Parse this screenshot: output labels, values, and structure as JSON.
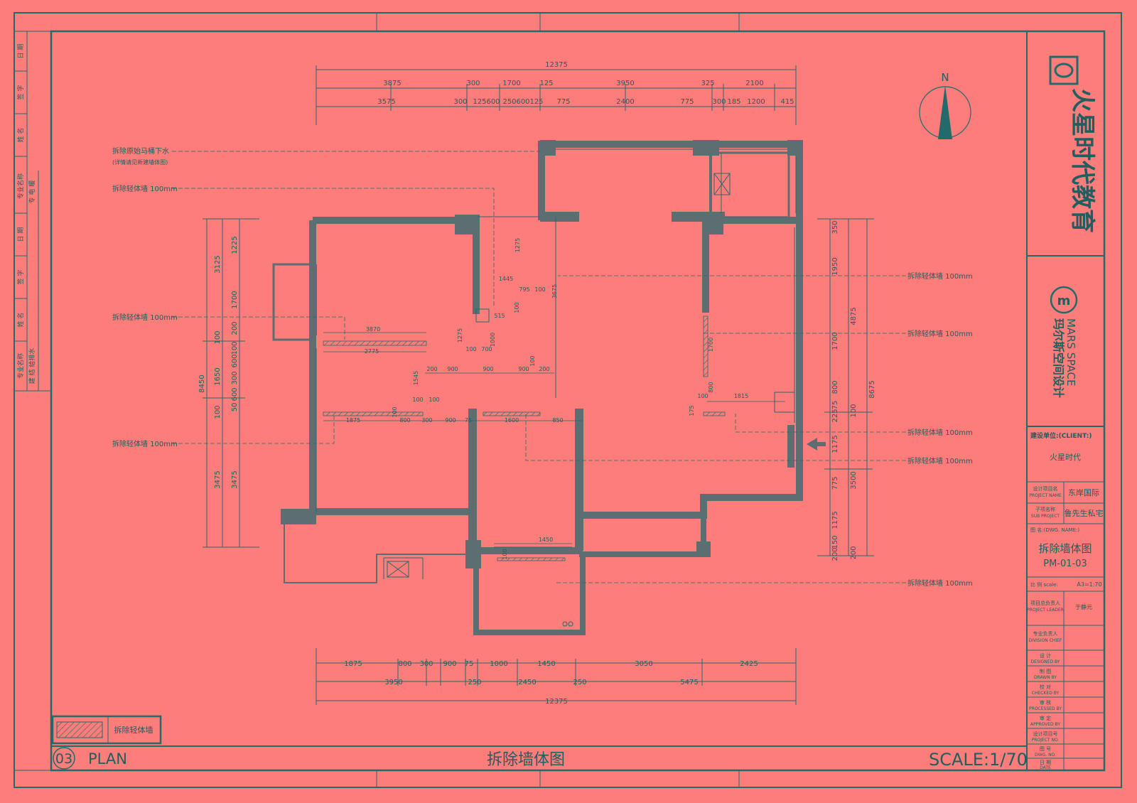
{
  "colors": {
    "background": "#fd7d7b",
    "line": "#236b6b",
    "wall": "#5c6e72",
    "text": "#1f5f5f"
  },
  "sheet": {
    "title_bottom": "拆除墙体图",
    "plan_no": "03",
    "plan_label": "PLAN",
    "scale": "SCALE:1/70",
    "legend_label": "拆除轻体墙",
    "north": "N"
  },
  "dimensions": {
    "top_total": "12375",
    "top_row1": [
      "3875",
      "300",
      "1700",
      "125",
      "3950",
      "325",
      "2100"
    ],
    "top_row2": [
      "3575",
      "300",
      "125",
      "600",
      "250",
      "600",
      "125",
      "775",
      "2400",
      "775",
      "300",
      "185",
      "1200",
      "415"
    ],
    "bottom_row1": [
      "1875",
      "800",
      "300",
      "900",
      "75",
      "1000",
      "1450",
      "3050",
      "2425"
    ],
    "bottom_row2": [
      "3950",
      "250",
      "2450",
      "250",
      "5475"
    ],
    "bottom_total": "12375",
    "left_outer": "8450",
    "left_mid": [
      "3125",
      "1650",
      "3475"
    ],
    "left_inner": [
      "1225",
      "1700",
      "200",
      "100",
      "600",
      "100",
      "300",
      "600",
      "50",
      "100",
      "3475"
    ],
    "right_outer": "8675",
    "right_mid": [
      "4875",
      "3500"
    ],
    "right_inner": [
      "350",
      "1950",
      "1700",
      "800",
      "225",
      "75",
      "100",
      "1175",
      "775",
      "1175",
      "200",
      "150",
      "200"
    ],
    "interior": [
      "1275",
      "1445",
      "795",
      "100",
      "100",
      "3675",
      "515",
      "3870",
      "2775",
      "1275",
      "1000",
      "700",
      "100",
      "100",
      "200",
      "900",
      "900",
      "900",
      "200",
      "1545",
      "100",
      "100",
      "1875",
      "100",
      "800",
      "300",
      "900",
      "75",
      "1600",
      "850",
      "100",
      "1815",
      "800",
      "1700",
      "175",
      "1450",
      "100"
    ]
  },
  "annotations": {
    "a1_main": "拆除原始马桶下水",
    "a1_sub": "(详情请见新建墙体图)",
    "a2": "拆除轻体墙 100mm",
    "a3": "拆除轻体墙 100mm",
    "a4": "拆除轻体墙 100mm",
    "r1": "拆除轻体墙 100mm",
    "r2": "拆除轻体墙 100mm",
    "r3": "拆除轻体墙 100mm",
    "r4": "拆除轻体墙 100mm",
    "r5": "拆除轻体墙 100mm"
  },
  "title_block": {
    "company": "火星时代教育",
    "studio_brand": "MARS SPACE",
    "studio_cn": "玛尔斯空间设计",
    "client_label": "建设单位:(CLIENT:)",
    "client_value": "火星时代",
    "project_label_cn": "设计项目名",
    "project_label_en": "PROJECT NAME",
    "project_value": "东岸国际",
    "sub_label_cn": "子项名称",
    "sub_label_en": "SUB PROJECT",
    "sub_value": "鲁先生私宅",
    "dwg_label": "图 名:(DWG. NAME:)",
    "dwg_title": "拆除墙体图",
    "dwg_code": "PM-01-03",
    "scale_label": "比 例 scale:",
    "scale_value": "A3=1:70",
    "leader_cn": "项目总负责人",
    "leader_en": "PROJECT LEADER",
    "leader_value": "于静元",
    "division_cn": "专业负责人",
    "division_en": "DIVISION CHIEF",
    "rows": [
      {
        "cn": "设 计",
        "en": "DESIGNED BY"
      },
      {
        "cn": "制 图",
        "en": "DRAWN BY"
      },
      {
        "cn": "校 对",
        "en": "CHECKED BY"
      },
      {
        "cn": "审 核",
        "en": "PROCESSED BY"
      },
      {
        "cn": "审 定",
        "en": "APPROVED BY"
      },
      {
        "cn": "设计项目号",
        "en": "PROJECT NO."
      },
      {
        "cn": "图 号",
        "en": "DWG. NO."
      },
      {
        "cn": "日 期",
        "en": "DATE"
      }
    ]
  },
  "left_strip": [
    "日 期",
    "签 字",
    "姓 名",
    "专业名称",
    "日 期",
    "签 字",
    "姓 名",
    "专业名称"
  ],
  "left_strip_sub": [
    "专 电 暖",
    "建 结 给排水"
  ]
}
